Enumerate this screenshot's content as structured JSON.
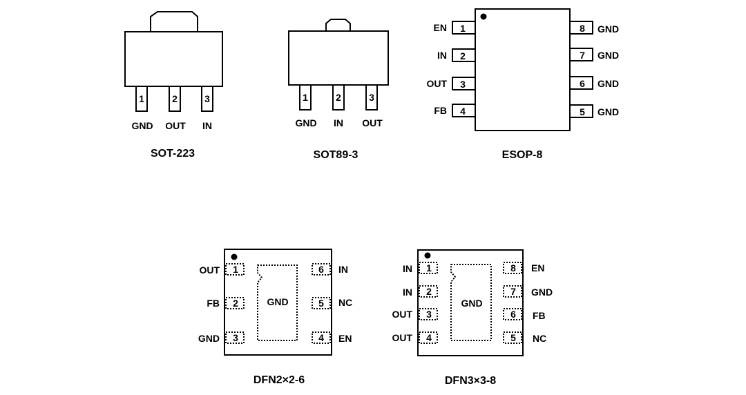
{
  "packages": {
    "sot223": {
      "title": "SOT-223",
      "pins": [
        {
          "num": "1",
          "label": "GND"
        },
        {
          "num": "2",
          "label": "OUT"
        },
        {
          "num": "3",
          "label": "IN"
        }
      ]
    },
    "sot89": {
      "title": "SOT89-3",
      "pins": [
        {
          "num": "1",
          "label": "GND"
        },
        {
          "num": "2",
          "label": "IN"
        },
        {
          "num": "3",
          "label": "OUT"
        }
      ]
    },
    "esop8": {
      "title": "ESOP-8",
      "left_pins": [
        {
          "num": "1",
          "label": "EN"
        },
        {
          "num": "2",
          "label": "IN"
        },
        {
          "num": "3",
          "label": "OUT"
        },
        {
          "num": "4",
          "label": "FB"
        }
      ],
      "right_pins": [
        {
          "num": "8",
          "label": "GND"
        },
        {
          "num": "7",
          "label": "GND"
        },
        {
          "num": "6",
          "label": "GND"
        },
        {
          "num": "5",
          "label": "GND"
        }
      ]
    },
    "dfn6": {
      "title": "DFN2×2-6",
      "pad_label": "GND",
      "left_pins": [
        {
          "num": "1",
          "label": "OUT"
        },
        {
          "num": "2",
          "label": "FB"
        },
        {
          "num": "3",
          "label": "GND"
        }
      ],
      "right_pins": [
        {
          "num": "6",
          "label": "IN"
        },
        {
          "num": "5",
          "label": "NC"
        },
        {
          "num": "4",
          "label": "EN"
        }
      ]
    },
    "dfn8": {
      "title": "DFN3×3-8",
      "pad_label": "GND",
      "left_pins": [
        {
          "num": "1",
          "label": "IN"
        },
        {
          "num": "2",
          "label": "IN"
        },
        {
          "num": "3",
          "label": "OUT"
        },
        {
          "num": "4",
          "label": "OUT"
        }
      ],
      "right_pins": [
        {
          "num": "8",
          "label": "EN"
        },
        {
          "num": "7",
          "label": "GND"
        },
        {
          "num": "6",
          "label": "FB"
        },
        {
          "num": "5",
          "label": "NC"
        }
      ]
    }
  }
}
